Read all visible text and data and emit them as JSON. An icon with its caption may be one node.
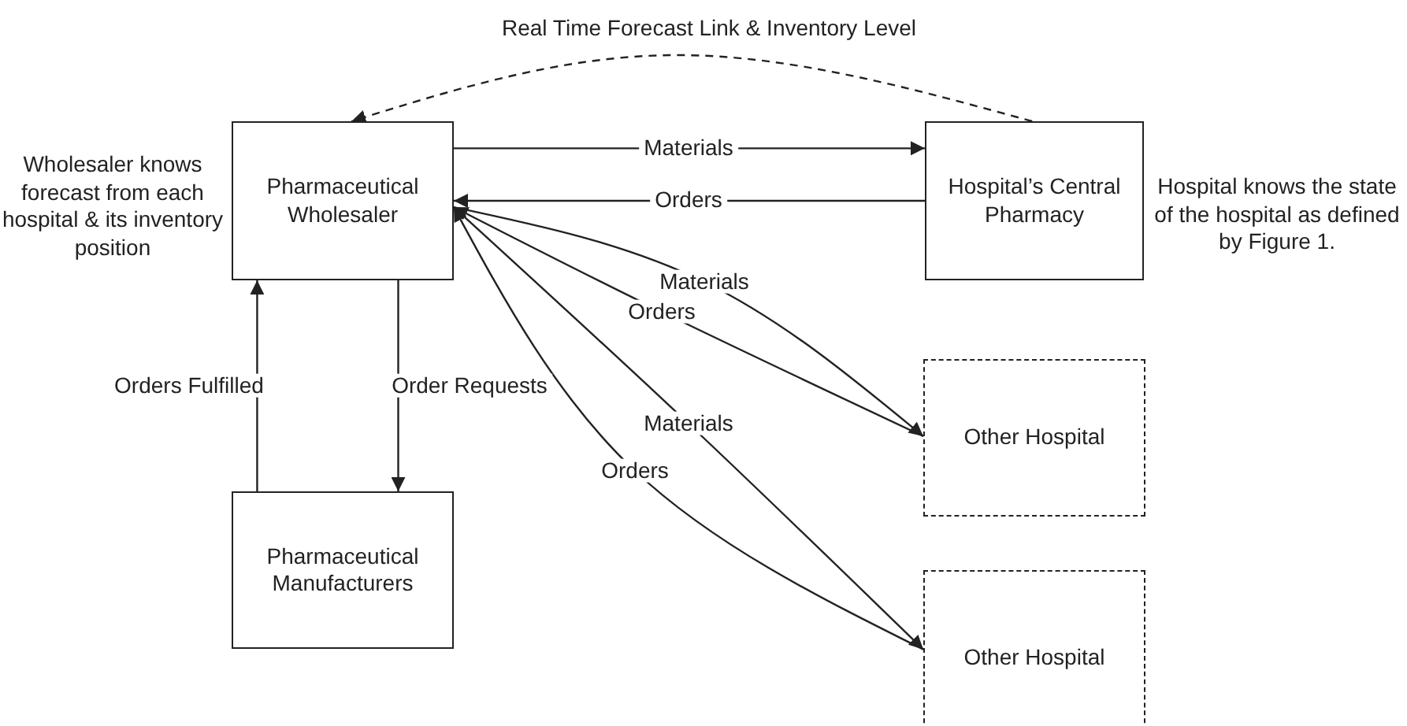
{
  "diagram": {
    "nodes": [
      {
        "text": [
          "Pharmaceutical Wholesaler"
        ],
        "beside": [
          "Wholesaler knows forecast from each hospital & its inventory position"
        ]
      },
      {
        "text": [
          "Hospital’s Central Pharmacy"
        ],
        "beside": [
          "Hospital knows the state of the hospital as defined by Figure 1."
        ]
      },
      {
        "text": [
          "Pharmaceutical Manufacturers"
        ]
      },
      {
        "text": [
          "Other Hospital"
        ]
      },
      {
        "text": [
          "Other Hospital"
        ]
      }
    ],
    "edges": [
      {
        "from": 1,
        "to": 0,
        "arrow": "to",
        "label": "Real Time Forecast Link & Inventory Level",
        "style": "dashed"
      },
      {
        "from": 0,
        "to": 1,
        "arrow": "to",
        "label": "Materials"
      },
      {
        "from": 1,
        "to": 0,
        "arrow": "to",
        "label": "Orders"
      },
      {
        "from": 0,
        "to": 3,
        "arrow": "to",
        "label": "Materials"
      },
      {
        "from": 3,
        "to": 0,
        "arrow": "to",
        "label": "Orders"
      },
      {
        "from": 0,
        "to": 4,
        "arrow": "to",
        "label": "Materials"
      },
      {
        "from": 4,
        "to": 0,
        "arrow": "to",
        "label": "Orders"
      },
      {
        "from": 2,
        "to": 0,
        "arrow": "to",
        "label": "Orders Fulfilled"
      },
      {
        "from": 0,
        "to": 2,
        "arrow": "to",
        "label": "Order Requests"
      }
    ]
  }
}
